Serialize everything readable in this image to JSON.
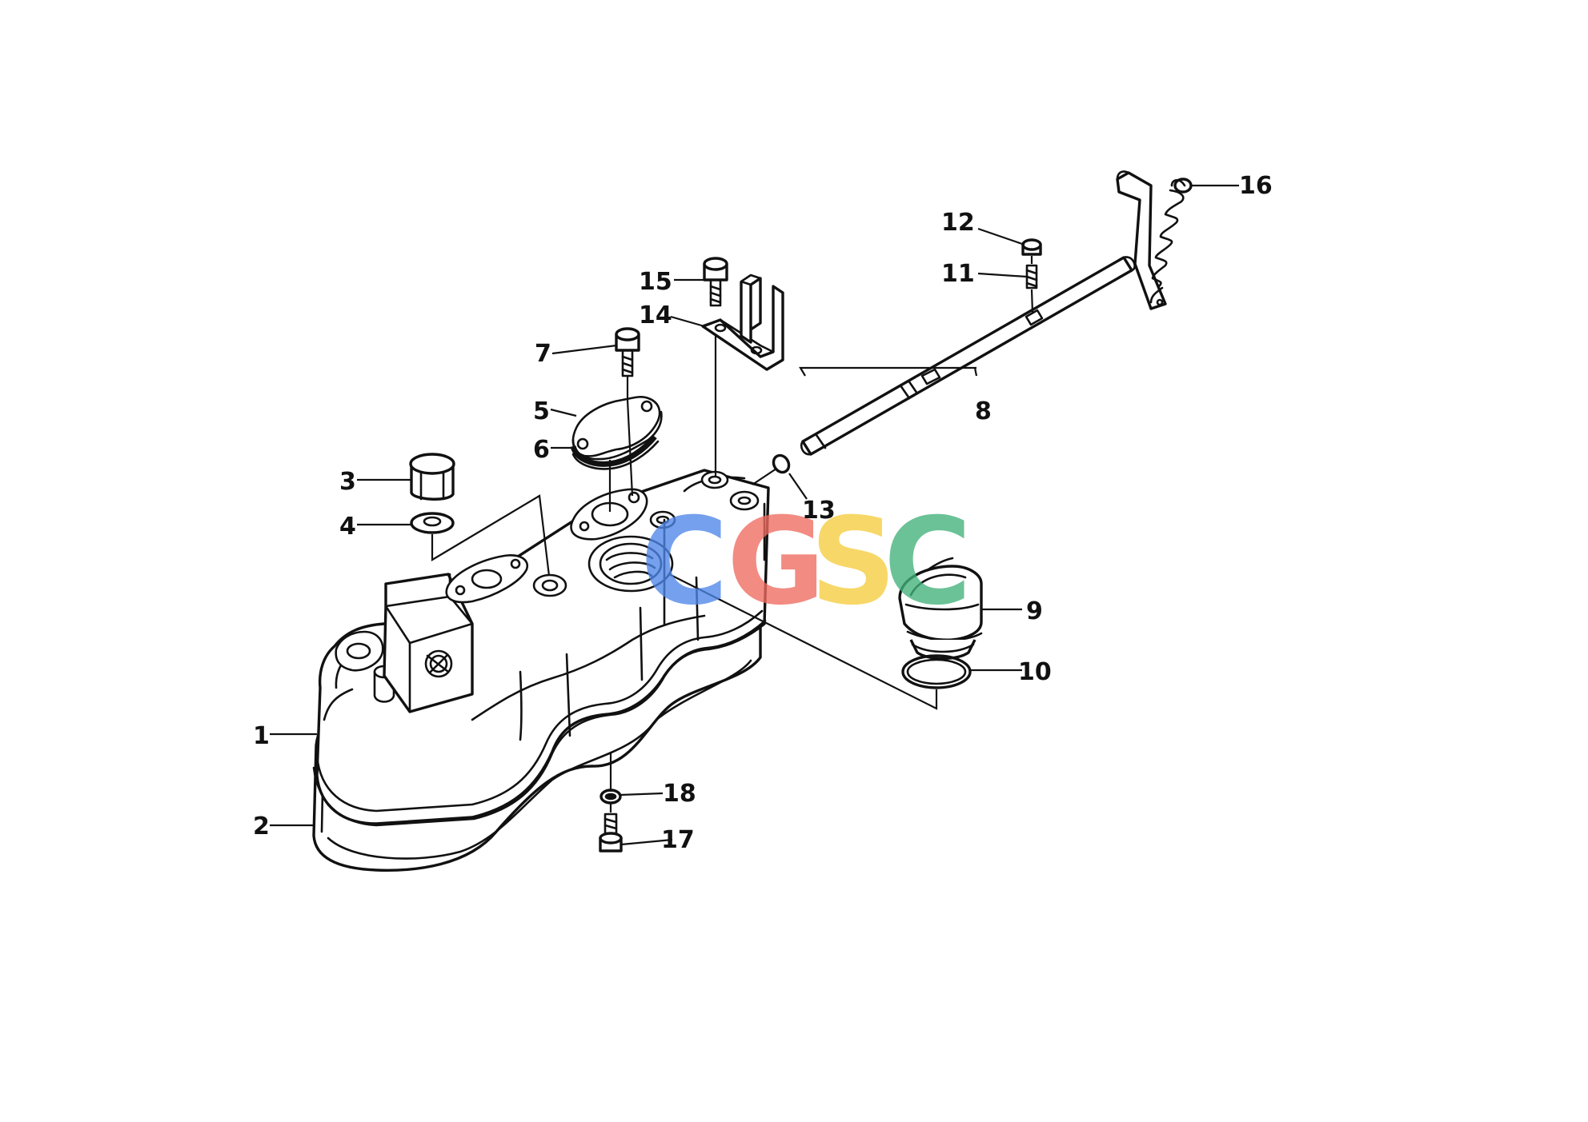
{
  "diagram": {
    "callouts": [
      {
        "id": "1",
        "text": "1"
      },
      {
        "id": "2",
        "text": "2"
      },
      {
        "id": "3",
        "text": "3"
      },
      {
        "id": "4",
        "text": "4"
      },
      {
        "id": "5",
        "text": "5"
      },
      {
        "id": "6",
        "text": "6"
      },
      {
        "id": "7",
        "text": "7"
      },
      {
        "id": "8",
        "text": "8"
      },
      {
        "id": "9",
        "text": "9"
      },
      {
        "id": "10",
        "text": "10"
      },
      {
        "id": "11",
        "text": "11"
      },
      {
        "id": "12",
        "text": "12"
      },
      {
        "id": "13",
        "text": "13"
      },
      {
        "id": "14",
        "text": "14"
      },
      {
        "id": "15",
        "text": "15"
      },
      {
        "id": "16",
        "text": "16"
      },
      {
        "id": "17",
        "text": "17"
      },
      {
        "id": "18",
        "text": "18"
      }
    ]
  },
  "watermark": {
    "letters": [
      {
        "char": "C",
        "color": "#4f86e8"
      },
      {
        "char": "G",
        "color": "#ef6b5f"
      },
      {
        "char": "S",
        "color": "#f6cd3d"
      },
      {
        "char": "C",
        "color": "#42b27a"
      }
    ]
  }
}
